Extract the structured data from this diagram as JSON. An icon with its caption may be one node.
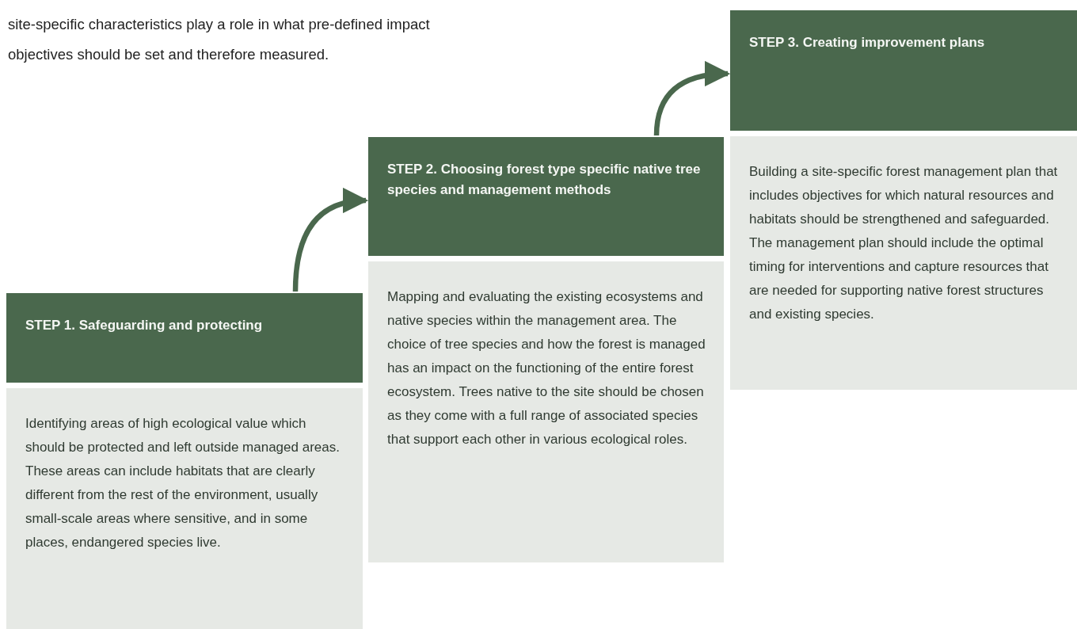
{
  "diagram": {
    "nodes": [
      {
        "text": [
          "STEP 1. Safeguarding and protecting"
        ]
      },
      {
        "text": [
          "Identifying areas of high ecological value which should be protected and left outside managed areas. These areas can include habitats that are clearly different from the rest of the environment, usually small-scale areas where sensitive, and in some places, endangered species live."
        ]
      },
      {
        "text": [
          "STEP 2. Choosing forest type specific native tree species and management methods"
        ]
      },
      {
        "text": [
          "Mapping and evaluating the existing ecosystems and native species within the management area. The choice of tree species and how the forest is managed has an impact on the functioning of the entire forest ecosystem. Trees native to the site should be chosen as they come with a full range of associated species that support each other in various ecological roles."
        ]
      },
      {
        "text": [
          "STEP 3. Creating improvement plans"
        ]
      },
      {
        "text": [
          "Building a site-specific forest management plan that includes objectives for which natural resources and habitats should be strengthened and safeguarded. The management plan should include the optimal timing for interventions and capture resources that are needed for supporting native forest structures and existing species."
        ]
      }
    ],
    "edges": [
      {
        "from": 0,
        "to": 2,
        "arrow": "to"
      },
      {
        "from": 2,
        "to": 4,
        "arrow": "to"
      }
    ],
    "labels": [
      "site-specific characteristics play a role in what pre-defined impact objectives should be set and therefore measured."
    ]
  }
}
